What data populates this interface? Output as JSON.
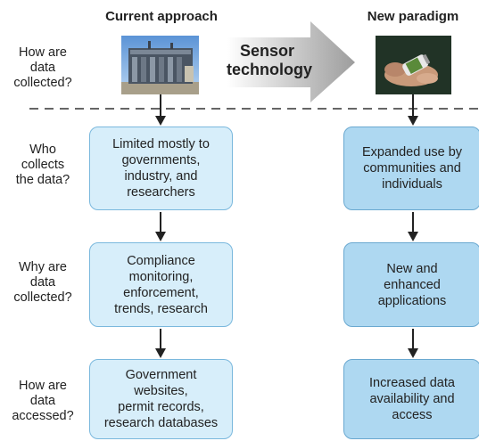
{
  "columns": {
    "current": "Current approach",
    "new": "New paradigm"
  },
  "transition_label": "Sensor\ntechnology",
  "rows": {
    "how_collected": "How are\ndata\ncollected?",
    "who_collects": "Who\ncollects\nthe data?",
    "why_collected": "Why are\ndata\ncollected?",
    "how_accessed": "How are\ndata\naccessed?"
  },
  "current_boxes": {
    "who": "Limited mostly to\ngovernments,\nindustry, and\nresearchers",
    "why": "Compliance\nmonitoring,\nenforcement,\ntrends, research",
    "access": "Government\nwebsites,\npermit records,\nresearch databases"
  },
  "new_boxes": {
    "who": "Expanded use by\ncommunities and\nindividuals",
    "why": "New and\nenhanced\napplications",
    "access": "Increased data\navailability and\naccess"
  },
  "colors": {
    "current_box_fill": "#d7eefa",
    "new_box_fill": "#aed8f1",
    "box_border": "#7ab8dd",
    "arrow": "#222222",
    "big_arrow": "#9d9d9d"
  }
}
